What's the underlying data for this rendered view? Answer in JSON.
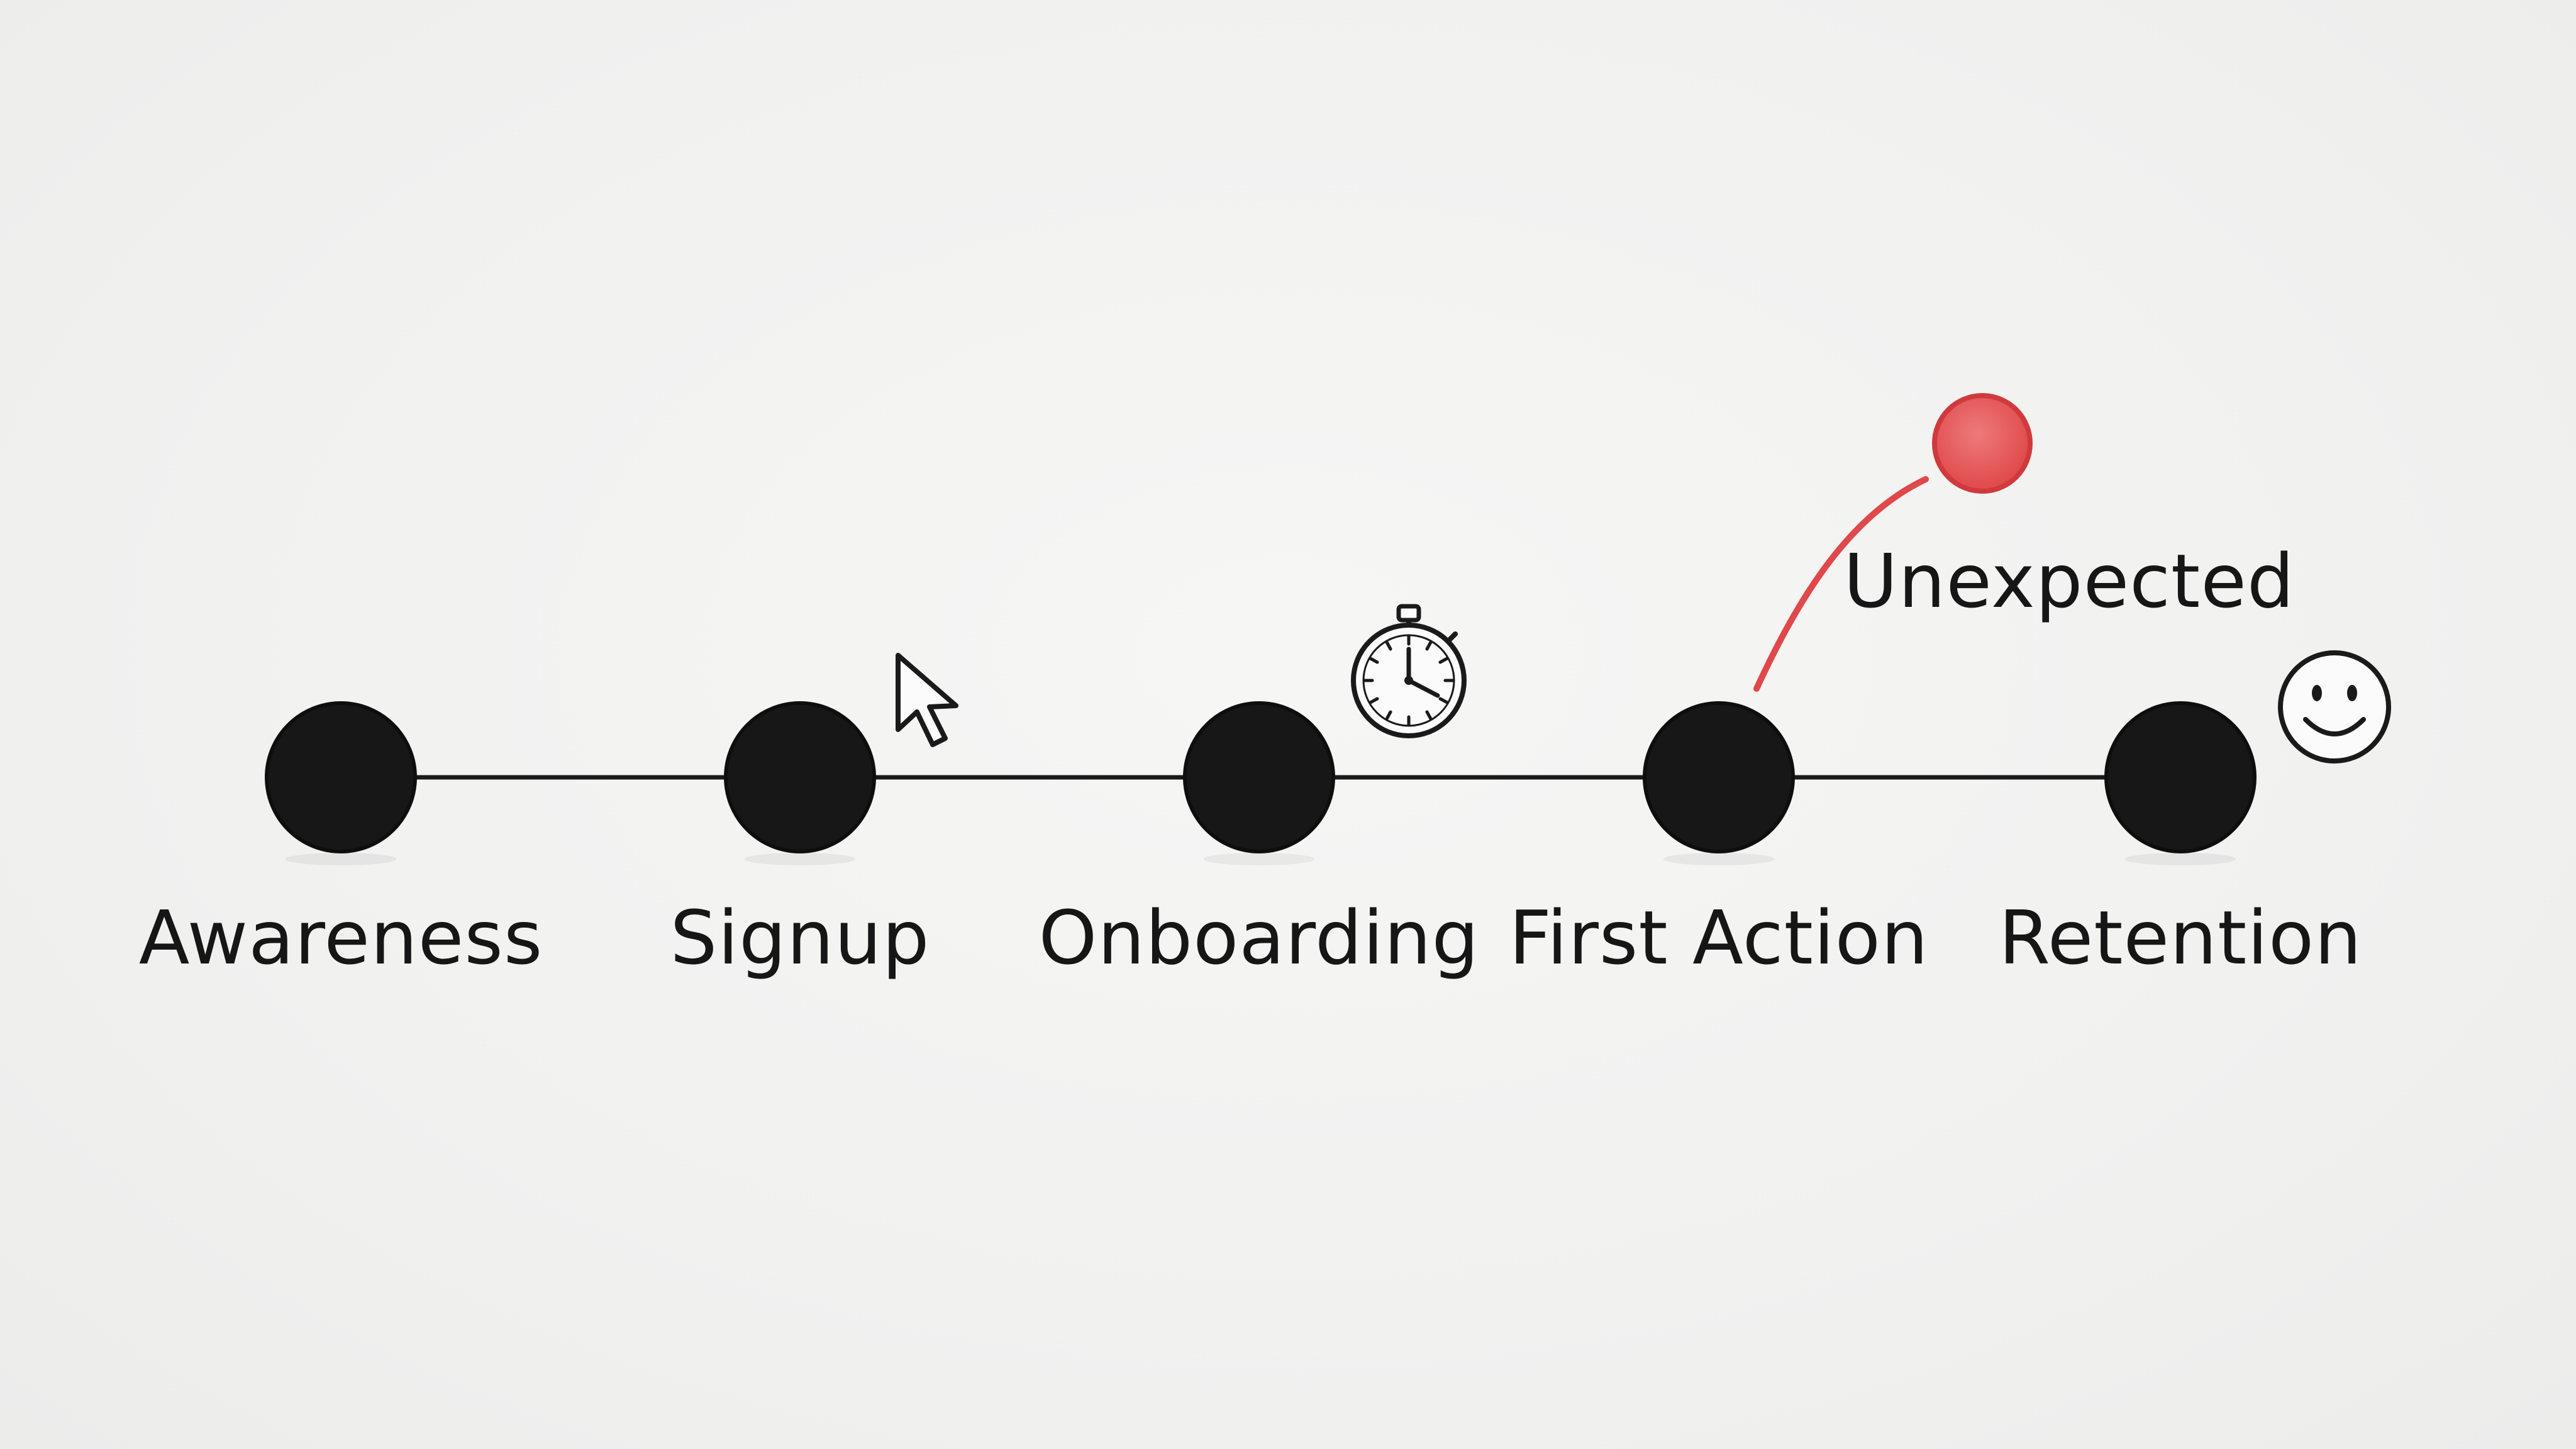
{
  "stages": [
    {
      "label": "Awareness",
      "icon": ""
    },
    {
      "label": "Signup",
      "icon": "cursor-arrow-icon"
    },
    {
      "label": "Onboarding",
      "icon": "stopwatch-icon"
    },
    {
      "label": "First Action",
      "icon": ""
    },
    {
      "label": "Retention",
      "icon": "smiley-icon"
    }
  ],
  "branch": {
    "label": "Unexpected",
    "from_stage": "First Action",
    "color": "#e0484a"
  },
  "colors": {
    "node": "#171717",
    "line": "#1a1a1a",
    "text": "#161616",
    "background": "#f2f2f1",
    "accent": "#e0484a"
  }
}
